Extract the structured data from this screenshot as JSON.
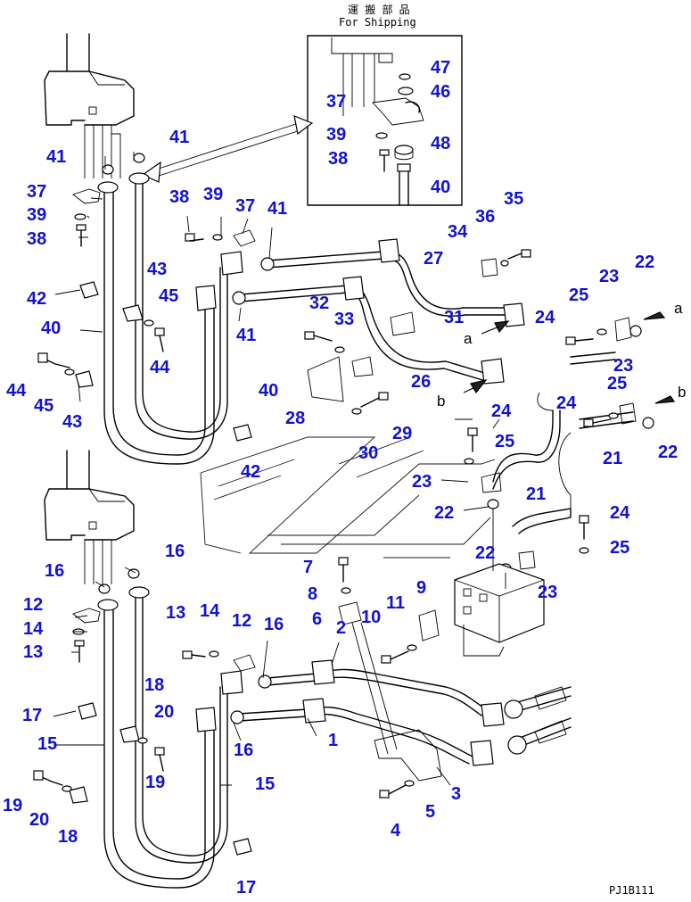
{
  "inset": {
    "title_jp": "運 搬 部 品",
    "title_en": "For Shipping"
  },
  "drawing_code": "PJ1B111",
  "flow_labels": [
    "a",
    "b",
    "a",
    "b"
  ],
  "callout_color": "#1212d0",
  "callouts": [
    {
      "label": "47"
    },
    {
      "label": "46"
    },
    {
      "label": "37"
    },
    {
      "label": "39"
    },
    {
      "label": "48"
    },
    {
      "label": "38"
    },
    {
      "label": "40"
    },
    {
      "label": "41"
    },
    {
      "label": "41"
    },
    {
      "label": "37"
    },
    {
      "label": "39"
    },
    {
      "label": "38"
    },
    {
      "label": "38"
    },
    {
      "label": "39"
    },
    {
      "label": "37"
    },
    {
      "label": "41"
    },
    {
      "label": "36"
    },
    {
      "label": "35"
    },
    {
      "label": "34"
    },
    {
      "label": "27"
    },
    {
      "label": "43"
    },
    {
      "label": "45"
    },
    {
      "label": "42"
    },
    {
      "label": "32"
    },
    {
      "label": "33"
    },
    {
      "label": "31"
    },
    {
      "label": "40"
    },
    {
      "label": "41"
    },
    {
      "label": "44"
    },
    {
      "label": "26"
    },
    {
      "label": "44"
    },
    {
      "label": "45"
    },
    {
      "label": "43"
    },
    {
      "label": "40"
    },
    {
      "label": "28"
    },
    {
      "label": "29"
    },
    {
      "label": "30"
    },
    {
      "label": "42"
    },
    {
      "label": "22"
    },
    {
      "label": "23"
    },
    {
      "label": "25"
    },
    {
      "label": "24"
    },
    {
      "label": "23"
    },
    {
      "label": "25"
    },
    {
      "label": "24"
    },
    {
      "label": "22"
    },
    {
      "label": "21"
    },
    {
      "label": "24"
    },
    {
      "label": "25"
    },
    {
      "label": "23"
    },
    {
      "label": "21"
    },
    {
      "label": "22"
    },
    {
      "label": "24"
    },
    {
      "label": "25"
    },
    {
      "label": "22"
    },
    {
      "label": "23"
    },
    {
      "label": "16"
    },
    {
      "label": "16"
    },
    {
      "label": "12"
    },
    {
      "label": "14"
    },
    {
      "label": "13"
    },
    {
      "label": "13"
    },
    {
      "label": "14"
    },
    {
      "label": "12"
    },
    {
      "label": "16"
    },
    {
      "label": "7"
    },
    {
      "label": "8"
    },
    {
      "label": "6"
    },
    {
      "label": "11"
    },
    {
      "label": "9"
    },
    {
      "label": "10"
    },
    {
      "label": "2"
    },
    {
      "label": "18"
    },
    {
      "label": "17"
    },
    {
      "label": "20"
    },
    {
      "label": "15"
    },
    {
      "label": "16"
    },
    {
      "label": "1"
    },
    {
      "label": "19"
    },
    {
      "label": "15"
    },
    {
      "label": "19"
    },
    {
      "label": "20"
    },
    {
      "label": "18"
    },
    {
      "label": "3"
    },
    {
      "label": "5"
    },
    {
      "label": "4"
    },
    {
      "label": "17"
    }
  ]
}
